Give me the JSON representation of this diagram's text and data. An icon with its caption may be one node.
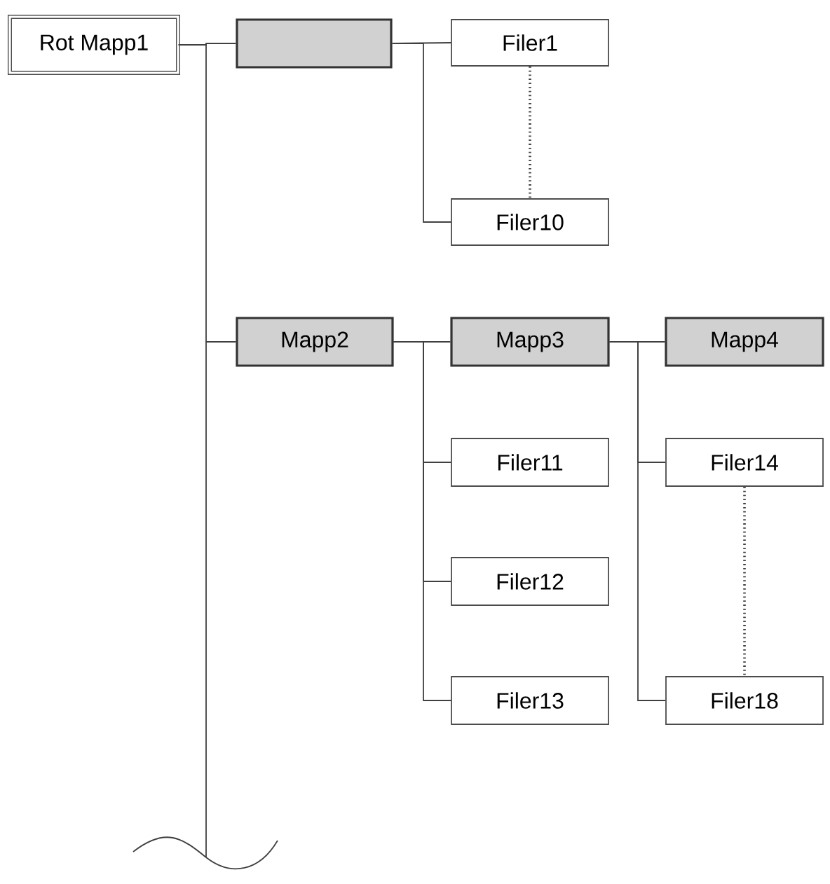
{
  "diagram": {
    "nodes": [
      {
        "text": [
          "Rot Mapp1"
        ]
      },
      {
        "text": [],
        "shape": "box"
      },
      {
        "text": [
          "Filer1"
        ]
      },
      {
        "text": [
          "Filer10"
        ]
      },
      {
        "text": [
          "Mapp2"
        ]
      },
      {
        "text": [
          "Mapp3"
        ]
      },
      {
        "text": [
          "Mapp4"
        ]
      },
      {
        "text": [
          "Filer11"
        ]
      },
      {
        "text": [
          "Filer12"
        ]
      },
      {
        "text": [
          "Filer13"
        ]
      },
      {
        "text": [
          "Filer14"
        ]
      },
      {
        "text": [
          "Filer18"
        ]
      }
    ],
    "edges": [
      {
        "from": 0,
        "to": 1,
        "arrow": "none"
      },
      {
        "from": 0,
        "to": 4,
        "arrow": "none"
      },
      {
        "from": 1,
        "to": 2,
        "arrow": "none"
      },
      {
        "from": 1,
        "to": 3,
        "arrow": "none"
      },
      {
        "from": 2,
        "to": 3,
        "arrow": "none",
        "style": "dashed"
      },
      {
        "from": 4,
        "to": 5,
        "arrow": "none"
      },
      {
        "from": 5,
        "to": 6,
        "arrow": "none"
      },
      {
        "from": 4,
        "to": 7,
        "arrow": "none"
      },
      {
        "from": 4,
        "to": 8,
        "arrow": "none"
      },
      {
        "from": 4,
        "to": 9,
        "arrow": "none"
      },
      {
        "from": 5,
        "to": 10,
        "arrow": "none"
      },
      {
        "from": 5,
        "to": 11,
        "arrow": "none"
      },
      {
        "from": 10,
        "to": 11,
        "arrow": "none",
        "style": "dashed"
      }
    ]
  }
}
